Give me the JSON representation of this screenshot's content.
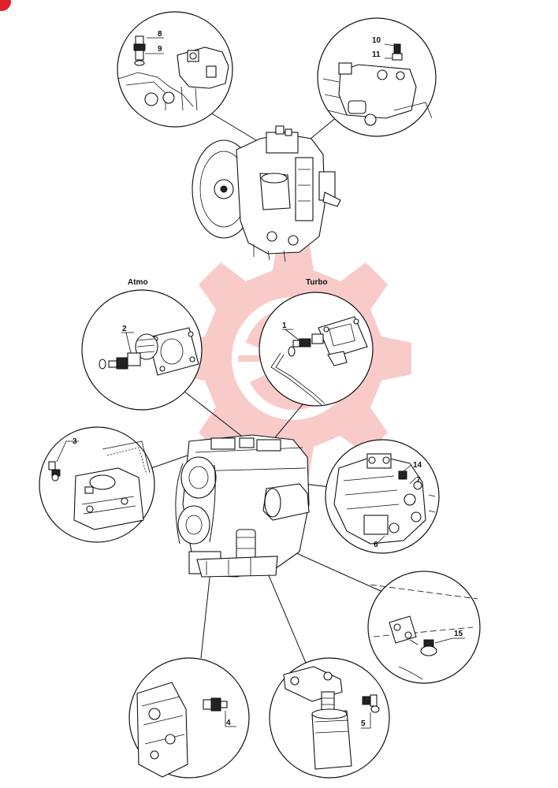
{
  "titles": {
    "atmo": "Atmo",
    "turbo": "Turbo"
  },
  "callouts": {
    "c1": "1",
    "c2": "2",
    "c3": "3",
    "c4": "4",
    "c5": "5",
    "c6": "6",
    "c7": "7",
    "c8": "8",
    "c9": "9",
    "c10": "10",
    "c11": "11",
    "c14": "14",
    "c15": "15"
  },
  "colors": {
    "watermark": "#e8483f",
    "badge": "#e0202a",
    "ink": "#111111"
  },
  "icons": {
    "watermark": "gear-logo-icon",
    "badge": "corner-badge-icon"
  }
}
